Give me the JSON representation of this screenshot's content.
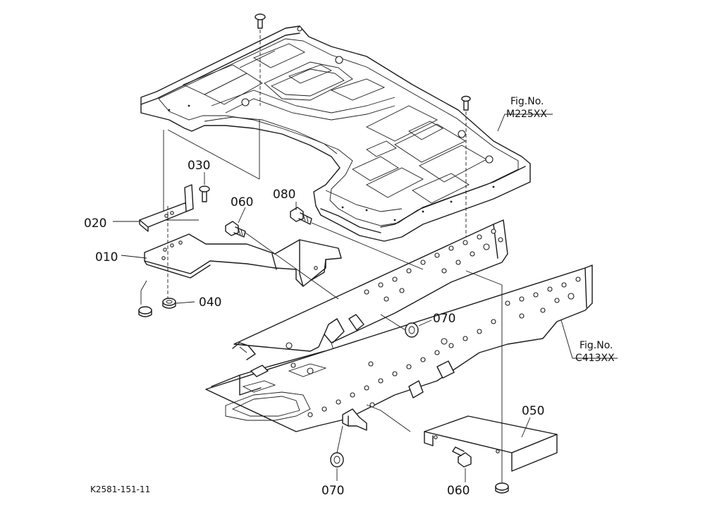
{
  "drawing_code": "K2581-151-11",
  "figure_refs": [
    {
      "label": "Fig.No.",
      "number": "M225XX"
    },
    {
      "label": "Fig.No.",
      "number": "C413XX"
    }
  ],
  "callouts": [
    {
      "id": "p010",
      "number": "010"
    },
    {
      "id": "p020",
      "number": "020"
    },
    {
      "id": "p030",
      "number": "030"
    },
    {
      "id": "p040",
      "number": "040"
    },
    {
      "id": "p050",
      "number": "050"
    },
    {
      "id": "p060a",
      "number": "060"
    },
    {
      "id": "p060b",
      "number": "060"
    },
    {
      "id": "p070a",
      "number": "070"
    },
    {
      "id": "p070b",
      "number": "070"
    },
    {
      "id": "p080",
      "number": "080"
    }
  ]
}
